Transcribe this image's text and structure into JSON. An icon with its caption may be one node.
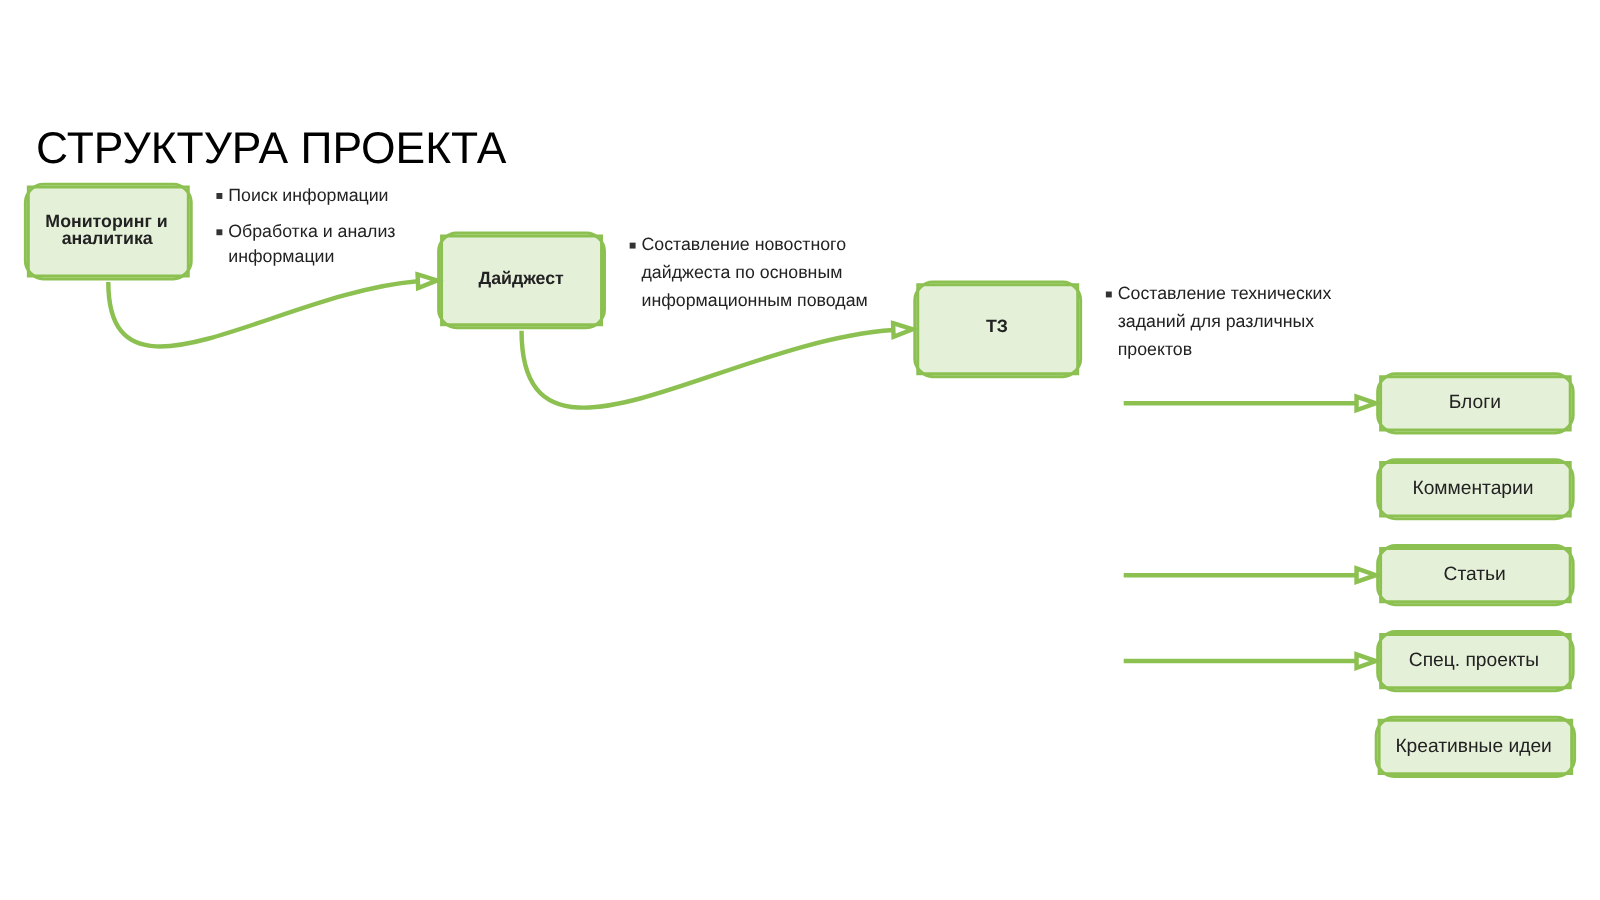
{
  "diagram": {
    "title": "СТРУКТУРА ПРОЕКТА",
    "nodes": [
      {
        "text": [
          "Мониторинг и аналитика"
        ],
        "beside": [
          "Поиск информации",
          "Обработка и анализ информации"
        ]
      },
      {
        "text": [
          "Дайджест"
        ],
        "beside": [
          "Составление новостного дайджеста по основным информационным поводам"
        ]
      },
      {
        "text": [
          "ТЗ"
        ],
        "beside": [
          "Составление технических заданий для различных проектов"
        ]
      },
      {
        "text": [
          "Блоги"
        ]
      },
      {
        "text": [
          "Комментарии"
        ]
      },
      {
        "text": [
          "Статьи"
        ]
      },
      {
        "text": [
          "Спец. проекты"
        ]
      },
      {
        "text": [
          "Креативные идеи"
        ]
      }
    ],
    "edges": [
      {
        "from": 0,
        "to": 1,
        "arrow": "to"
      },
      {
        "from": 1,
        "to": 2,
        "arrow": "to"
      },
      {
        "from": null,
        "to": 3,
        "arrow": "to"
      },
      {
        "from": null,
        "to": 5,
        "arrow": "to"
      },
      {
        "from": null,
        "to": 6,
        "arrow": "to"
      }
    ]
  }
}
